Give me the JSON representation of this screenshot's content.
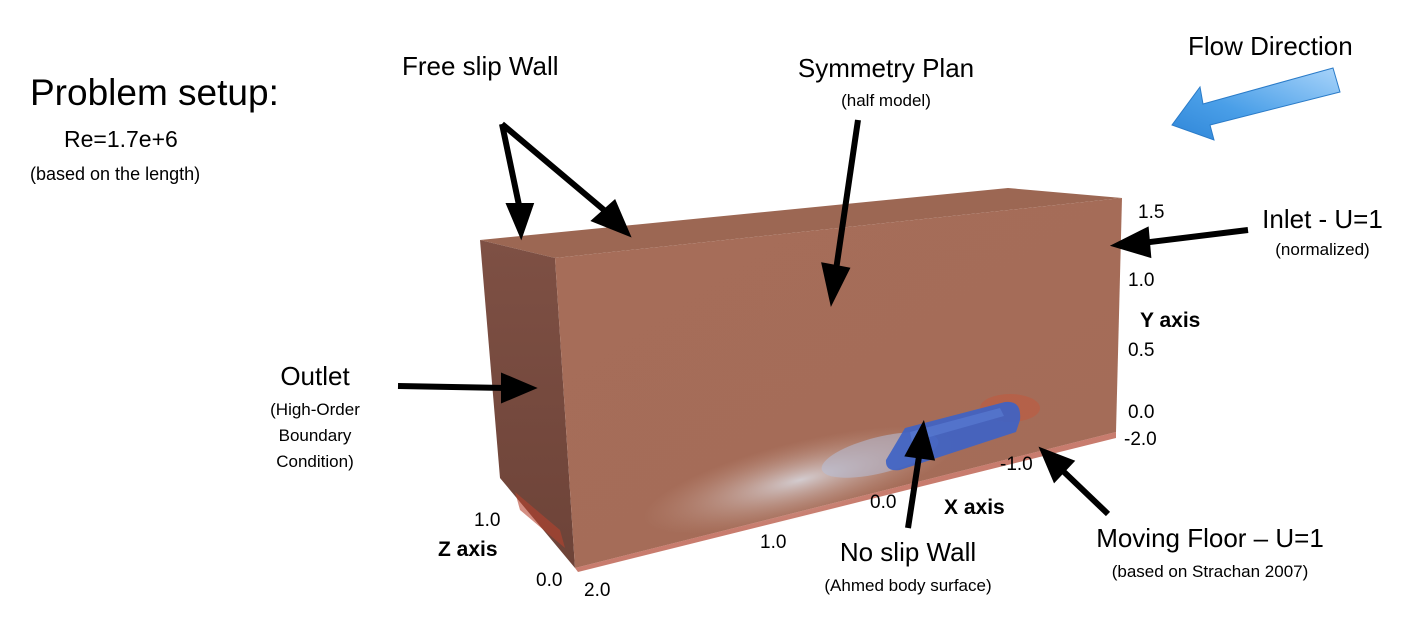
{
  "problem_setup": {
    "title": "Problem setup:",
    "reynolds": "Re=1.7e+6",
    "reynolds_note": "(based on the length)"
  },
  "labels": {
    "free_slip": "Free slip Wall",
    "symmetry": "Symmetry Plan",
    "symmetry_note": "(half model)",
    "flow_direction": "Flow Direction",
    "inlet": "Inlet - U=1",
    "inlet_note": "(normalized)",
    "outlet": "Outlet",
    "outlet_note_1": "(High-Order",
    "outlet_note_2": "Boundary",
    "outlet_note_3": "Condition)",
    "no_slip": "No slip Wall",
    "no_slip_note": "(Ahmed body surface)",
    "moving_floor": "Moving Floor – U=1",
    "moving_floor_note": "(based on Strachan 2007)"
  },
  "axes": {
    "y_label": "Y axis",
    "y_ticks": [
      "1.5",
      "1.0",
      "0.5",
      "0.0"
    ],
    "x_label": "X axis",
    "x_ticks": [
      "-2.0",
      "-1.0",
      "0.0",
      "1.0",
      "2.0"
    ],
    "z_label": "Z axis",
    "z_ticks": [
      "1.0",
      "0.0"
    ]
  },
  "colors": {
    "domain_face": "#a8705c",
    "domain_top": "#a06a56",
    "domain_side": "#7c4f43",
    "body": "#3f63c4",
    "arrow": "#000000",
    "flow_arrow": "#3d93e0"
  }
}
